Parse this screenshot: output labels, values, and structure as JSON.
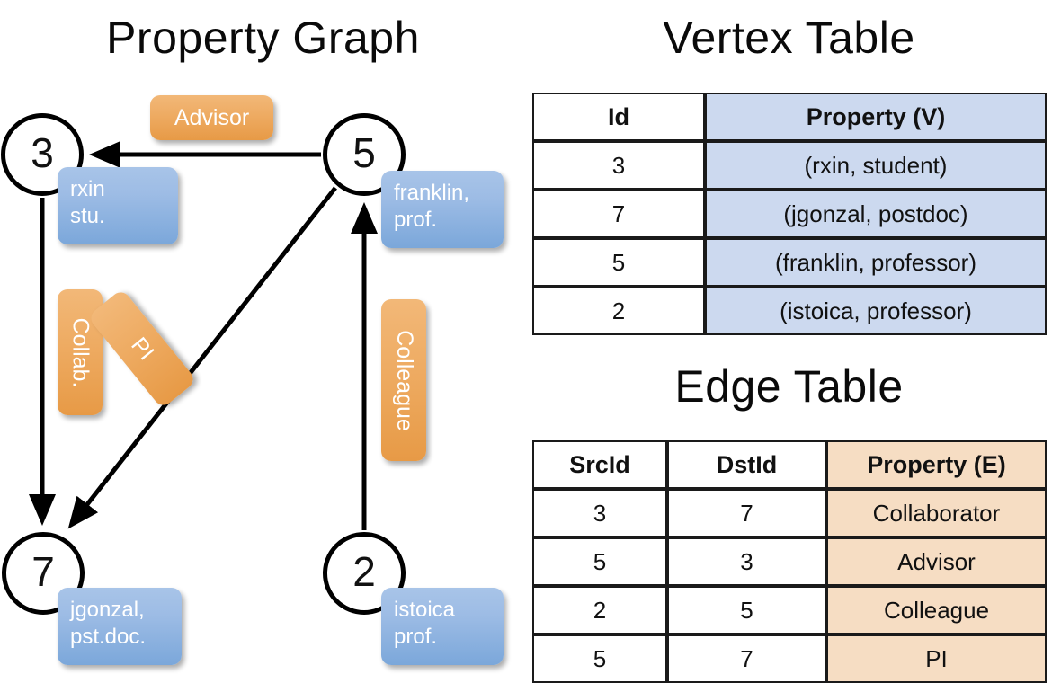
{
  "panels": {
    "graph_title": "Property Graph",
    "vertex_title": "Vertex Table",
    "edge_title": "Edge Table"
  },
  "graph": {
    "nodes": [
      {
        "id": "3",
        "property": "rxin\nstu."
      },
      {
        "id": "5",
        "property": "franklin,\nprof."
      },
      {
        "id": "7",
        "property": "jgonzal,\npst.doc."
      },
      {
        "id": "2",
        "property": "istoica\nprof."
      }
    ],
    "node_labels": {
      "n3": "3",
      "n5": "5",
      "n7": "7",
      "n2": "2"
    },
    "property_boxes": {
      "rxin_line1": "rxin",
      "rxin_line2": "stu.",
      "franklin_line1": "franklin,",
      "franklin_line2": "prof.",
      "jgonzal_line1": "jgonzal,",
      "jgonzal_line2": "pst.doc.",
      "istoica_line1": "istoica",
      "istoica_line2": "prof."
    },
    "edge_labels": {
      "advisor": "Advisor",
      "collab": "Collab.",
      "pi": "PI",
      "colleague": "Colleague"
    },
    "edges": [
      {
        "src": "5",
        "dst": "3",
        "label": "Advisor"
      },
      {
        "src": "3",
        "dst": "7",
        "label": "Collab."
      },
      {
        "src": "5",
        "dst": "7",
        "label": "PI"
      },
      {
        "src": "2",
        "dst": "5",
        "label": "Colleague"
      }
    ]
  },
  "vertex_table": {
    "headers": [
      "Id",
      "Property (V)"
    ],
    "rows": [
      [
        "3",
        "(rxin, student)"
      ],
      [
        "7",
        "(jgonzal, postdoc)"
      ],
      [
        "5",
        "(franklin, professor)"
      ],
      [
        "2",
        "(istoica, professor)"
      ]
    ]
  },
  "edge_table": {
    "headers": [
      "SrcId",
      "DstId",
      "Property (E)"
    ],
    "rows": [
      [
        "3",
        "7",
        "Collaborator"
      ],
      [
        "5",
        "3",
        "Advisor"
      ],
      [
        "2",
        "5",
        "Colleague"
      ],
      [
        "5",
        "7",
        "PI"
      ]
    ]
  },
  "colors": {
    "vertex_property_fill": "#ccd9ef",
    "edge_property_fill": "#f6ddc3",
    "node_box_blue": "#9dbce5",
    "edge_box_orange": "#eeab62",
    "stroke": "#000000"
  }
}
